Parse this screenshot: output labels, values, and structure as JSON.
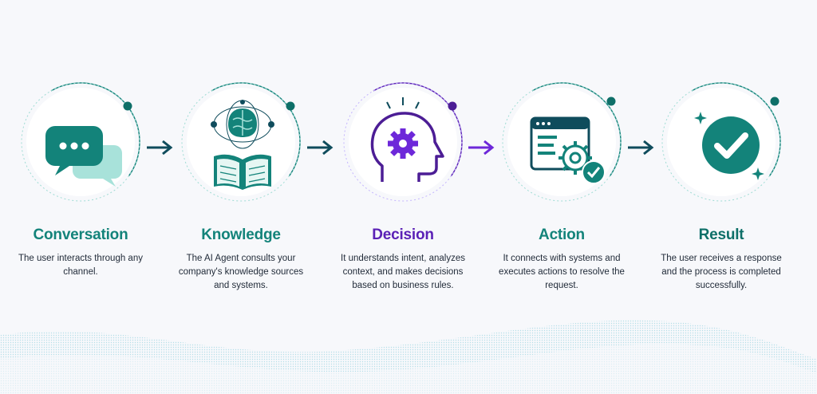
{
  "colors": {
    "teal": "#13837a",
    "teal_dark": "#0e6f68",
    "teal_light": "#9fdcd4",
    "purple": "#5b21b6",
    "purple_mid": "#6d28d9",
    "navy": "#0f4c5c"
  },
  "steps": [
    {
      "title": "Conversation",
      "description": "The user interacts through any channel.",
      "icon": "chat-bubbles-icon",
      "color": "teal"
    },
    {
      "title": "Knowledge",
      "description": "The AI Agent consults your company's knowledge sources and systems.",
      "icon": "brain-book-icon",
      "color": "teal"
    },
    {
      "title": "Decision",
      "description": "It understands intent, analyzes context, and makes decisions based on business rules.",
      "icon": "head-gear-icon",
      "color": "purple"
    },
    {
      "title": "Action",
      "description": "It connects with systems and executes actions to resolve the request.",
      "icon": "window-gear-check-icon",
      "color": "teal"
    },
    {
      "title": "Result",
      "description": "The user receives a response and the process is completed successfully.",
      "icon": "checkmark-icon",
      "color": "teal"
    }
  ],
  "arrows": [
    "arrow-right-icon",
    "arrow-right-icon",
    "arrow-right-icon",
    "arrow-right-icon"
  ]
}
